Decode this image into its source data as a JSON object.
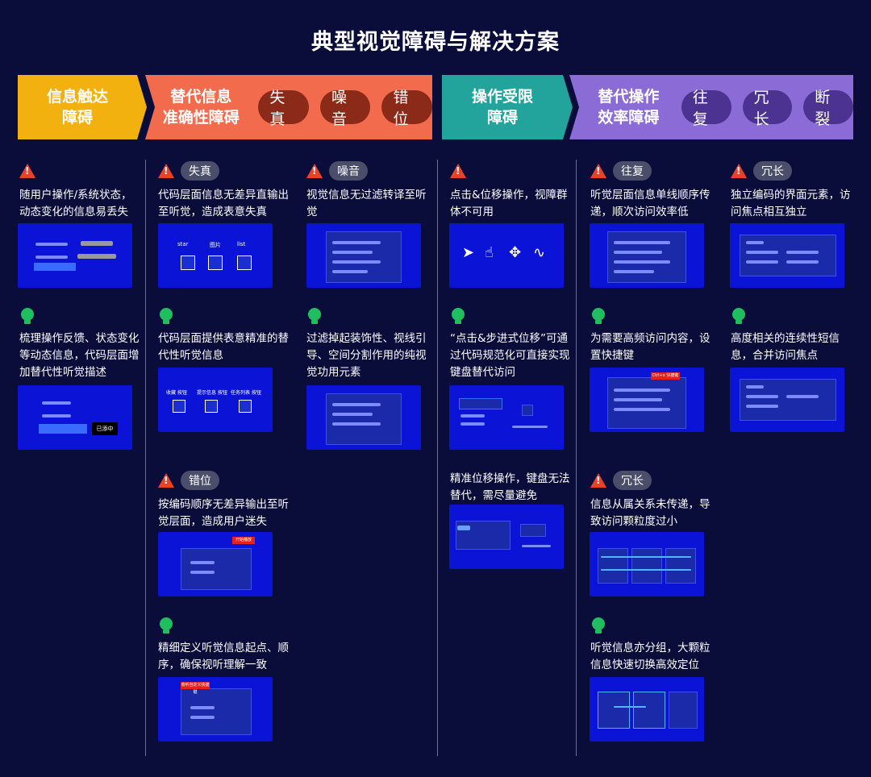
{
  "title": "典型视觉障碍与解决方案",
  "banners": [
    {
      "lead_l1": "信息触达",
      "lead_l2": "障碍",
      "tags": []
    },
    {
      "lead_l1": "替代信息",
      "lead_l2": "准确性障碍",
      "tags": [
        "失真",
        "噪音",
        "错位"
      ]
    },
    {
      "lead_l1": "操作受限",
      "lead_l2": "障碍",
      "tags": []
    },
    {
      "lead_l1": "替代操作",
      "lead_l2": "效率障碍",
      "tags": [
        "往复",
        "冗长",
        "断裂"
      ]
    }
  ],
  "cells": {
    "c1p": {
      "tag": "",
      "text": "随用户操作/系统状态，动态变化的信息易丢失"
    },
    "c1s": {
      "text": "梳理操作反馈、状态变化等动态信息，代码层面增加替代性听觉描述"
    },
    "c2p": {
      "tag": "失真",
      "text": "代码层面信息无差异直输出至听觉，造成表意失真"
    },
    "c2s": {
      "text": "代码层面提供表意精准的替代性听觉信息"
    },
    "c3p": {
      "tag": "噪音",
      "text": "视觉信息无过滤转译至听觉"
    },
    "c3s": {
      "text": "过滤掉起装饰性、视线引导、空间分割作用的纯视觉功用元素"
    },
    "c2p2": {
      "tag": "错位",
      "text": "按编码顺序无差异输出至听觉层面，造成用户迷失"
    },
    "c2s2": {
      "text": "精细定义听觉信息起点、顺序，确保视听理解一致"
    },
    "c4p": {
      "tag": "",
      "text": "点击&位移操作，视障群体不可用"
    },
    "c4s": {
      "text": "“点击&步进式位移”可通过代码规范化可直接实现键盘替代访问"
    },
    "c4s2": {
      "text": "精准位移操作，键盘无法替代，需尽量避免"
    },
    "c5p": {
      "tag": "往复",
      "text": "听觉层面信息单线顺序传递，顺次访问效率低"
    },
    "c5s": {
      "text": "为需要高频访问内容，设置快捷键"
    },
    "c6p": {
      "tag": "冗长",
      "text": "独立编码的界面元素，访问焦点相互独立"
    },
    "c6s": {
      "text": "高度相关的连续性短信息，合并访问焦点"
    },
    "c5p2": {
      "tag": "冗长",
      "text": "信息从属关系未传递，导致访问颗粒度过小"
    },
    "c5s2": {
      "text": "听觉信息亦分组，大颗粒信息快速切换高效定位"
    }
  },
  "thumb_labels": {
    "star": "star",
    "img": "图片",
    "info": "list",
    "btn1": "收藏 按钮",
    "btn2": "提示信息 按钮",
    "btn3": "任务列表 按钮",
    "done": "已添中",
    "hint": "开始播放",
    "tip": "收听自定义快捷键",
    "ctrl": "Ctrl+x 快捷键"
  },
  "colors": {
    "bg": "#0a0c3a",
    "b1": "#f2b10e",
    "b2": "#f26b4d",
    "b3": "#22a39b",
    "b4": "#8b6cd6",
    "thumb": "#0b14d6"
  }
}
